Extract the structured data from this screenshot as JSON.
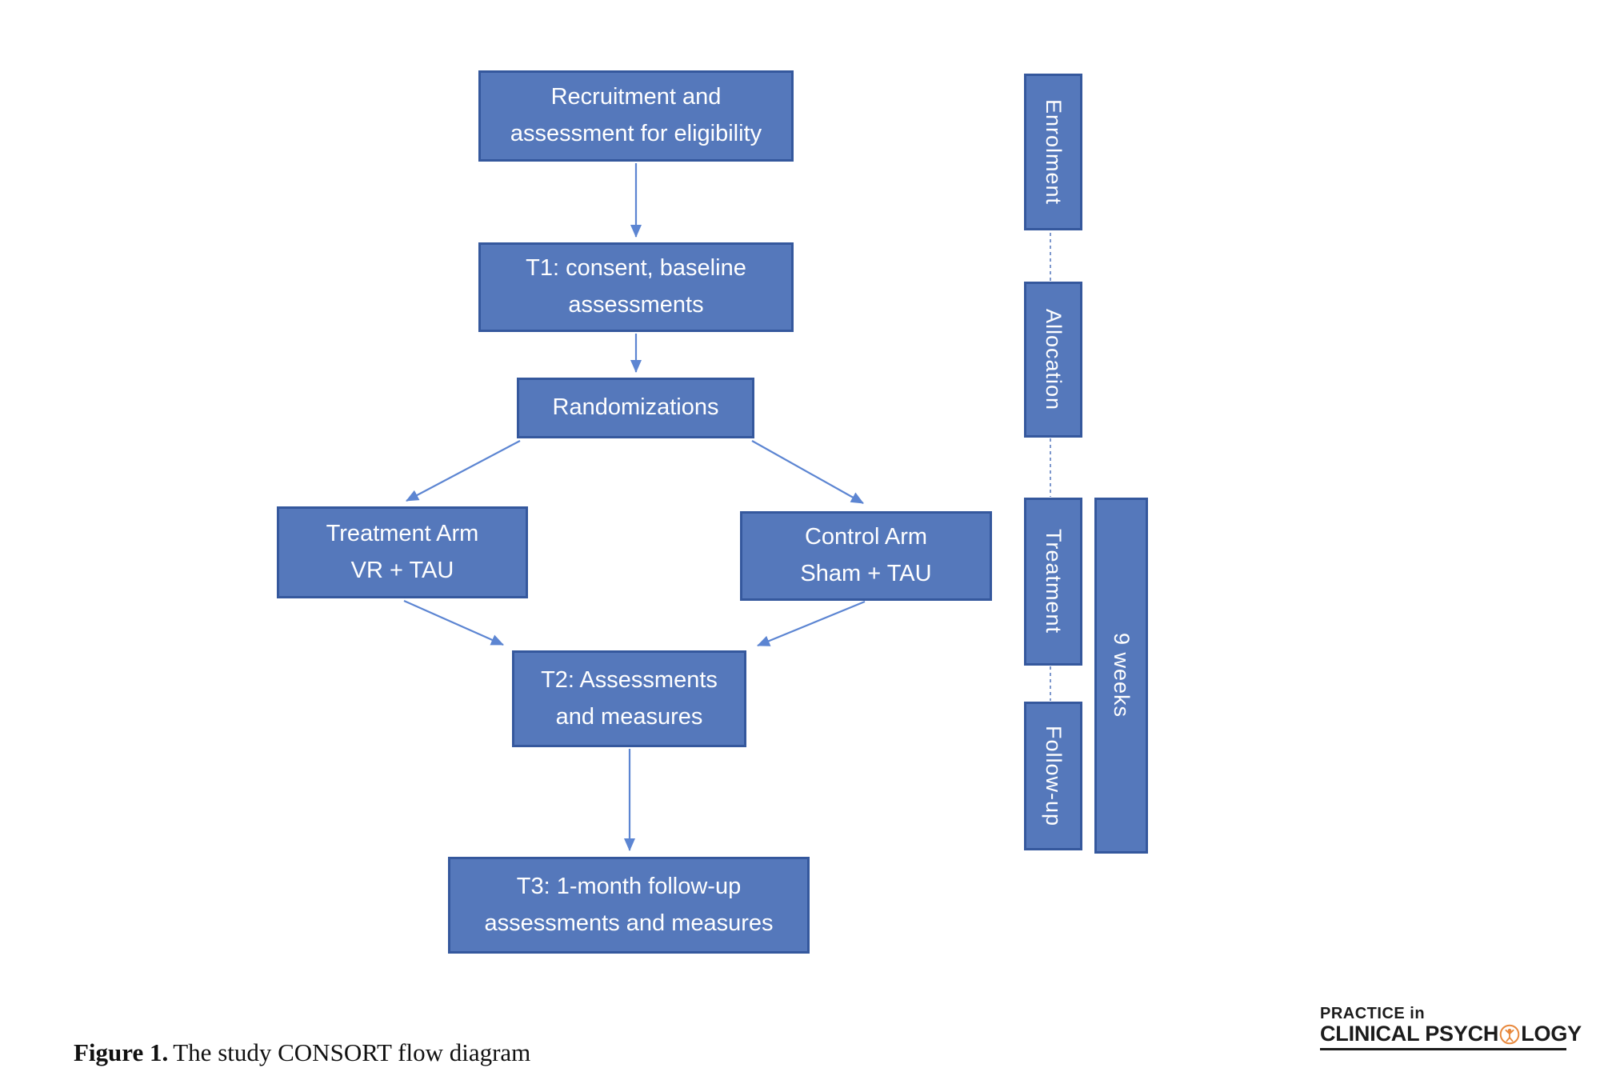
{
  "figure": {
    "caption_label": "Figure 1.",
    "caption_text": "The study CONSORT flow diagram"
  },
  "flow_boxes": {
    "recruitment": {
      "line1": "Recruitment and",
      "line2": "assessment for eligibility"
    },
    "t1": {
      "line1": "T1: consent, baseline",
      "line2": "assessments"
    },
    "randomization": {
      "line1": "Randomizations"
    },
    "treatment_arm": {
      "line1": "Treatment Arm",
      "line2": "VR + TAU"
    },
    "control_arm": {
      "line1": "Control Arm",
      "line2": "Sham + TAU"
    },
    "t2": {
      "line1": "T2: Assessments",
      "line2": "and measures"
    },
    "t3": {
      "line1": "T3: 1-month follow-up",
      "line2": "assessments and measures"
    }
  },
  "stage_bars": {
    "enrolment": "Enrolment",
    "allocation": "Allocation",
    "treatment": "Treatment",
    "followup": "Follow-up",
    "duration": "9 weeks"
  },
  "logo": {
    "line1": "PRACTICE in",
    "line2_part1": "CLINICAL PSYCH",
    "line2_part2": "LOGY",
    "o_icon": "person-in-circle-icon",
    "accent_color": "#E8883C"
  },
  "colors": {
    "box_fill": "#5578BB",
    "box_border": "#35589D",
    "arrow": "#5C85D2",
    "dashed_connector": "#7D97CD",
    "text_on_box": "#FFFFFF",
    "caption_text": "#111111",
    "logo_text": "#1B1B1B"
  }
}
